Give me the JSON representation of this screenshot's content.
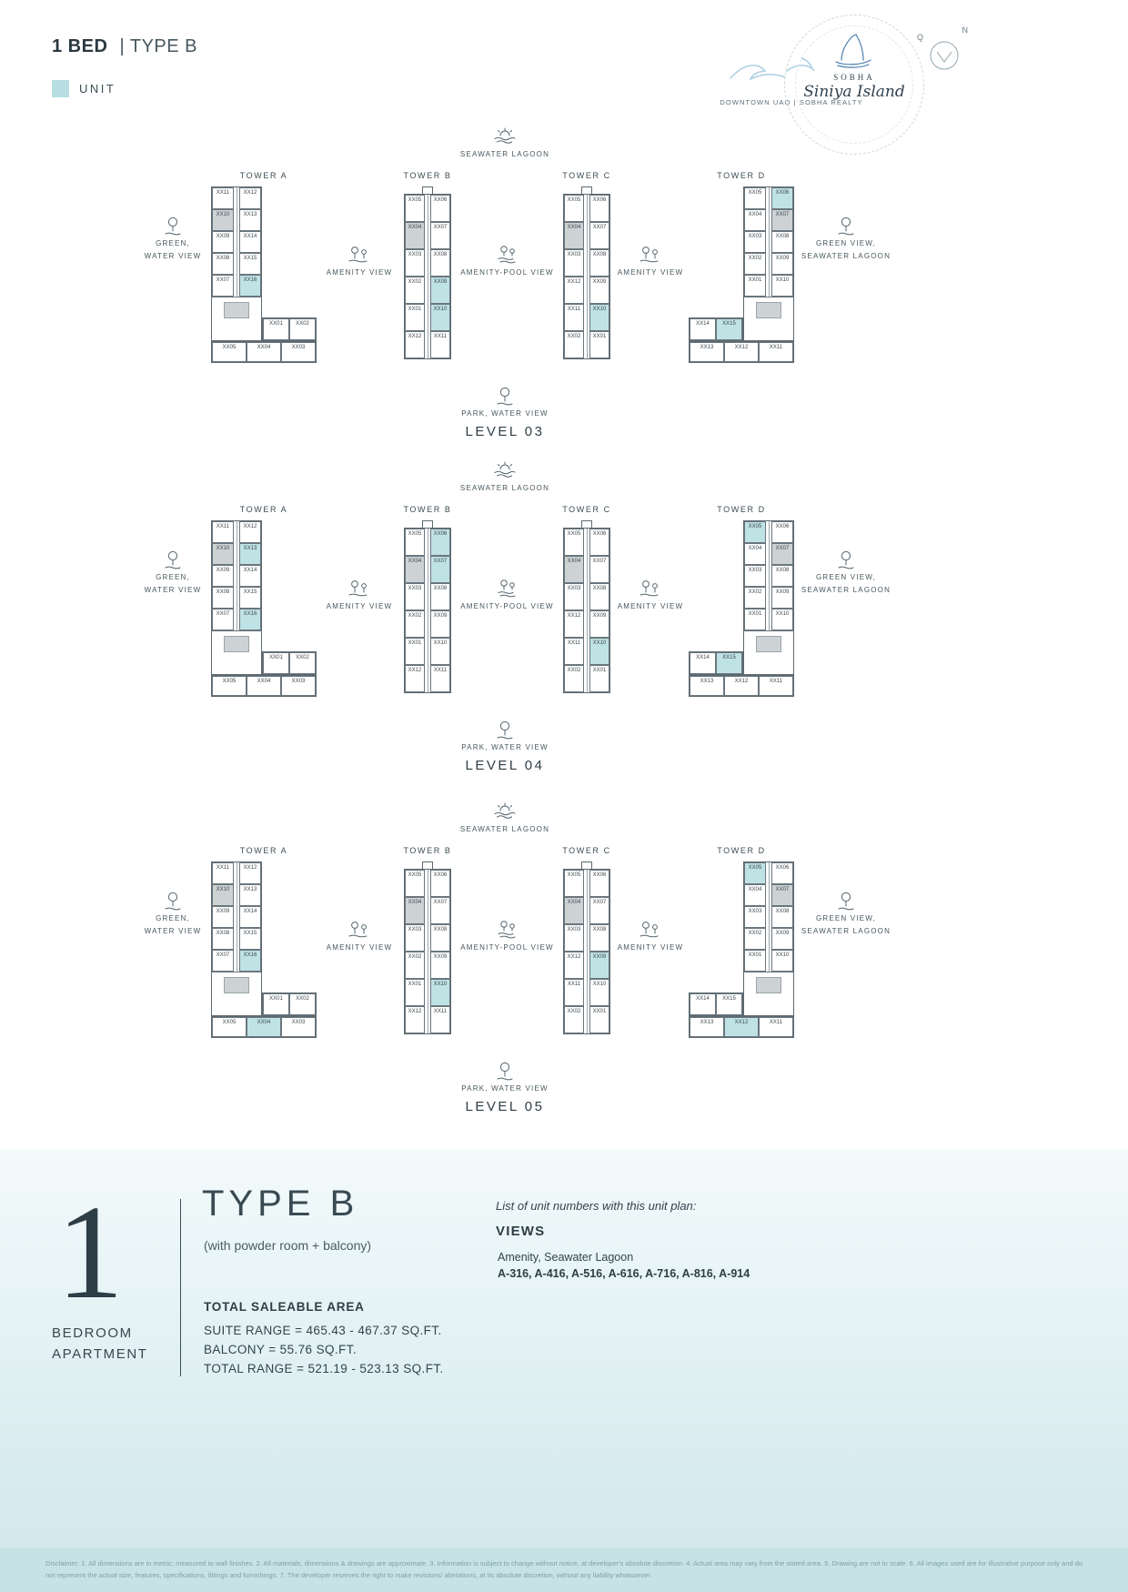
{
  "header": {
    "bold": "1 BED",
    "light": "| TYPE B"
  },
  "legend": {
    "label": "UNIT",
    "swatch_color": "#b7dfe2"
  },
  "brand": {
    "tagline": "DOWNTOWN UAQ | SOBHA REALTY",
    "logo_word": "SOBHA",
    "logo_script": "Siniya Island",
    "compass_q": "Q",
    "compass_n": "N"
  },
  "views": {
    "top": "SEAWATER LAGOON",
    "bottom": "PARK, WATER VIEW",
    "left": [
      "GREEN,",
      "WATER VIEW"
    ],
    "right": [
      "GREEN VIEW,",
      "SEAWATER LAGOON"
    ],
    "ab": "AMENITY VIEW",
    "bc": "AMENITY-POOL VIEW",
    "cd": "AMENITY VIEW"
  },
  "tower_order": [
    "A",
    "B",
    "C",
    "D"
  ],
  "towers": {
    "A": {
      "label": "TOWER A",
      "shape": "L",
      "mirror": false,
      "top": [
        "XX11",
        "XX12"
      ],
      "pairs": [
        [
          "XX10",
          "XX13"
        ],
        [
          "XX09",
          "XX14"
        ],
        [
          "XX08",
          "XX15"
        ],
        [
          "XX07",
          "XX16"
        ]
      ],
      "arm": [
        "XX01",
        "XX02"
      ],
      "bottom": [
        "XX05",
        "XX04",
        "XX03"
      ],
      "cores": [
        "XX10"
      ]
    },
    "B": {
      "label": "TOWER B",
      "shape": "strip",
      "pairs": [
        [
          "XX05",
          "XX06"
        ],
        [
          "XX04",
          "XX07"
        ],
        [
          "XX03",
          "XX08"
        ],
        [
          "XX02",
          "XX09"
        ],
        [
          "XX01",
          "XX10"
        ],
        [
          "XX12",
          "XX11"
        ]
      ],
      "cores": [
        "XX04"
      ]
    },
    "C": {
      "label": "TOWER C",
      "shape": "strip",
      "pairs": [
        [
          "XX05",
          "XX06"
        ],
        [
          "XX04",
          "XX07"
        ],
        [
          "XX03",
          "XX08"
        ],
        [
          "XX12",
          "XX09"
        ],
        [
          "XX11",
          "XX10"
        ],
        [
          "XX02",
          "XX01"
        ]
      ],
      "cores": [
        "XX04"
      ]
    },
    "D": {
      "label": "TOWER D",
      "shape": "L",
      "mirror": true,
      "top": [
        "XX05",
        "XX06"
      ],
      "pairs": [
        [
          "XX04",
          "XX07"
        ],
        [
          "XX03",
          "XX08"
        ],
        [
          "XX02",
          "XX09"
        ],
        [
          "XX01",
          "XX10"
        ]
      ],
      "arm": [
        "XX14",
        "XX15"
      ],
      "bottom": [
        "XX13",
        "XX12",
        "XX11"
      ],
      "cores": [
        "XX07"
      ]
    }
  },
  "levels": [
    {
      "name": "LEVEL 03",
      "highlights": {
        "A": [
          "XX16"
        ],
        "B": [
          "XX09",
          "XX10"
        ],
        "C": [
          "XX10"
        ],
        "D": [
          "XX06",
          "XX15"
        ]
      }
    },
    {
      "name": "LEVEL 04",
      "highlights": {
        "A": [
          "XX16",
          "XX13"
        ],
        "B": [
          "XX06",
          "XX07"
        ],
        "C": [
          "XX10"
        ],
        "D": [
          "XX05",
          "XX15"
        ]
      }
    },
    {
      "name": "LEVEL 05",
      "highlights": {
        "A": [
          "XX16",
          "XX04"
        ],
        "B": [
          "XX10"
        ],
        "C": [
          "XX09"
        ],
        "D": [
          "XX05",
          "XX12"
        ]
      }
    }
  ],
  "info": {
    "big_number": "1",
    "big_caption_1": "BEDROOM",
    "big_caption_2": "APARTMENT",
    "type_title": "TYPE B",
    "type_sub": "(with powder room + balcony)",
    "area_title": "TOTAL SALEABLE AREA",
    "area_lines": [
      "SUITE RANGE = 465.43 - 467.37 SQ.FT.",
      "BALCONY = 55.76 SQ.FT.",
      "TOTAL RANGE = 521.19 - 523.13 SQ.FT."
    ],
    "list_intro": "List of unit numbers with this unit plan:",
    "views_title": "VIEWS",
    "views_value": "Amenity, Seawater Lagoon",
    "units_list": "A-316, A-416, A-516, A-616, A-716, A-816, A-914"
  },
  "colors": {
    "unit_highlight": "#bfe2e5",
    "core_gray": "#cdd2d4",
    "accent_dark": "#3a4a52",
    "panel_bg": "#ddeef1",
    "footer_bg": "#c6e2e6",
    "logo_blue": "#4c7fae"
  },
  "disclaimer": "Disclaimer: 1. All dimensions are in metric; measured to wall finishes. 2. All materials, dimensions & drawings are approximate. 3. Information is subject to change without notice, at developer's absolute discretion. 4. Actual area may vary from the stated area. 5. Drawing are not to scale. 6. All images used are for illustrative purpose only and do not represent the actual size, features, specifications, fittings and furnishings. 7. The developer reserves the right to make revisions/ alterations, at its absolute discretion, without any liability whatsoever."
}
